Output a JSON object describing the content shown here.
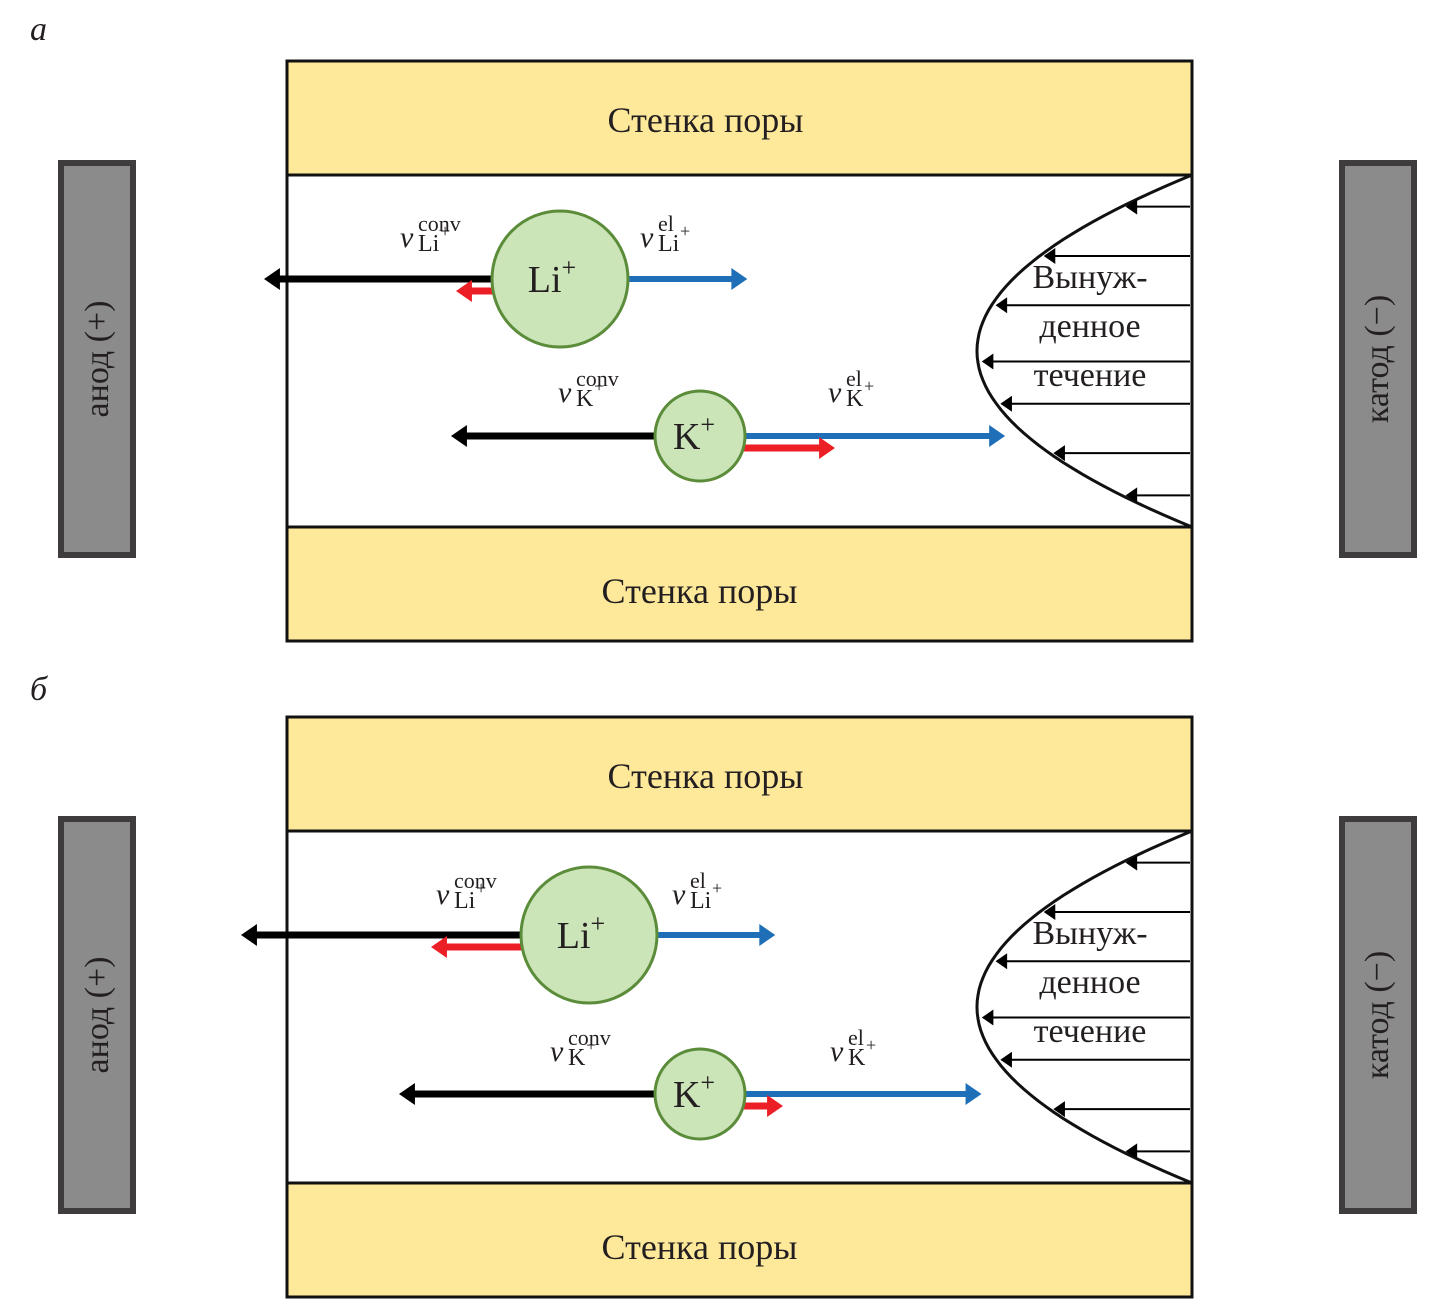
{
  "figure": {
    "colors": {
      "wall_fill": "#fee99b",
      "outline": "#111111",
      "electrode_fill": "#8c8b8b",
      "electrode_border": "#3e3c3d",
      "ion_fill": "#cbe4b8",
      "ion_stroke": "#5b8c3a",
      "convective_arrow": "#000000",
      "electrophoretic_arrow": "#1f6fb8",
      "resultant_arrow": "#ec1f26",
      "text": "#231f20"
    },
    "panels": [
      {
        "id": "a",
        "letter": "а",
        "top_wall_label": "Стенка поры",
        "bottom_wall_label": "Стенка поры",
        "anode_label": "анод (+)",
        "cathode_label": "катод (−)",
        "flow_label_lines": [
          "Вынуж-",
          "денное",
          "течение"
        ],
        "ions": [
          {
            "symbol": "Li",
            "charge": "+",
            "size": "large",
            "conv_label": {
              "main": "v",
              "sup": "conv",
              "sub": "Li",
              "subsup": "+"
            },
            "el_label": {
              "main": "v",
              "sup": "el",
              "sub": "Li",
              "subsup": "+"
            },
            "conv_magnitude": 1.0,
            "el_magnitude": 0.76,
            "resultant_direction": "left",
            "resultant_magnitude": 0.24
          },
          {
            "symbol": "K",
            "charge": "+",
            "size": "small",
            "conv_label": {
              "main": "v",
              "sup": "conv",
              "sub": "K",
              "subsup": "+"
            },
            "el_label": {
              "main": "v",
              "sup": "el",
              "sub": "K",
              "subsup": "+"
            },
            "conv_magnitude": 1.0,
            "el_magnitude": 1.53,
            "resultant_direction": "right",
            "resultant_magnitude": 0.6
          }
        ]
      },
      {
        "id": "b",
        "letter": "б",
        "top_wall_label": "Стенка поры",
        "bottom_wall_label": "Стенка поры",
        "anode_label": "анод (+)",
        "cathode_label": "катод (−)",
        "flow_label_lines": [
          "Вынуж-",
          "денное",
          "течение"
        ],
        "ions": [
          {
            "symbol": "Li",
            "charge": "+",
            "size": "large",
            "conv_label": {
              "main": "v",
              "sup": "conv",
              "sub": "Li",
              "subsup": "+"
            },
            "el_label": {
              "main": "v",
              "sup": "el",
              "sub": "Li",
              "subsup": "+"
            },
            "conv_magnitude": 1.0,
            "el_magnitude": 0.55,
            "resultant_direction": "left",
            "resultant_magnitude": 0.45
          },
          {
            "symbol": "K",
            "charge": "+",
            "size": "small",
            "conv_label": {
              "main": "v",
              "sup": "conv",
              "sub": "K",
              "subsup": "+"
            },
            "el_label": {
              "main": "v",
              "sup": "el",
              "sub": "K",
              "subsup": "+"
            },
            "conv_magnitude": 1.0,
            "el_magnitude": 1.1,
            "resultant_direction": "right",
            "resultant_magnitude": 0.19
          }
        ]
      }
    ]
  }
}
